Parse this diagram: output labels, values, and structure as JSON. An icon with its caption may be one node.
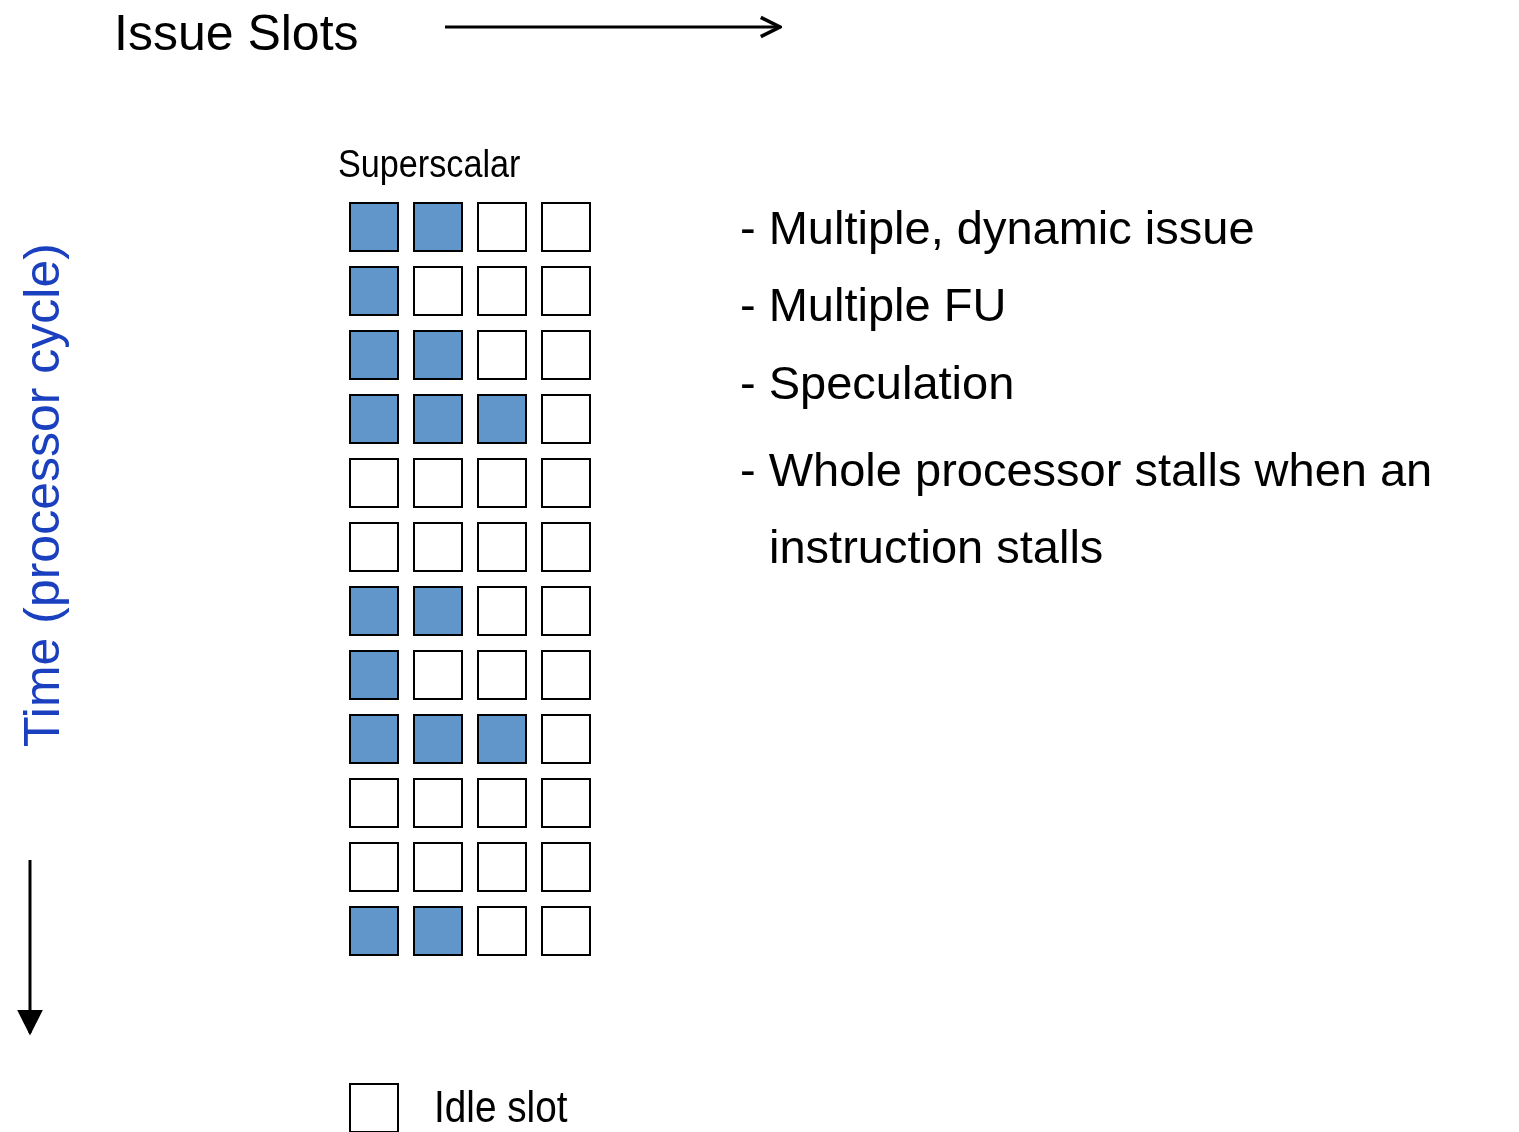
{
  "diagram": {
    "title": "Issue Slots",
    "labels": [
      "Superscalar",
      "Time (processor cycle)",
      "- Multiple, dynamic issue",
      "- Multiple FU",
      "- Speculation",
      "- Whole processor stalls when an instruction stalls"
    ],
    "legend": [
      {
        "text": "Idle slot"
      }
    ]
  }
}
